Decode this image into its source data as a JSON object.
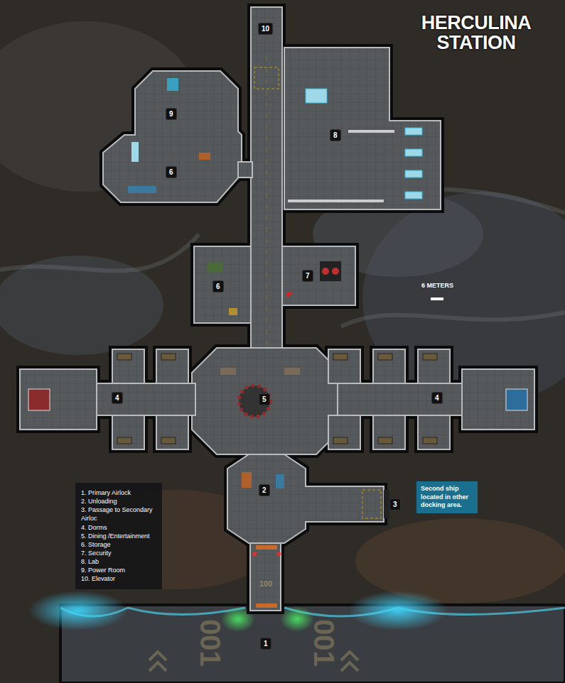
{
  "diagram": {
    "title": "HERCULINA STATION",
    "nodes": [
      {
        "text": [
          "10"
        ]
      },
      {
        "text": [
          "9"
        ]
      },
      {
        "text": [
          "8"
        ]
      },
      {
        "text": [
          "6"
        ]
      },
      {
        "text": [
          "6"
        ]
      },
      {
        "text": [
          "7"
        ]
      },
      {
        "text": [
          "4"
        ]
      },
      {
        "text": [
          "5"
        ]
      },
      {
        "text": [
          "4"
        ]
      },
      {
        "text": [
          "2"
        ]
      },
      {
        "text": [
          "3"
        ]
      },
      {
        "text": [
          "Second ship located in other docking area."
        ]
      },
      {
        "text": [
          "1"
        ]
      }
    ],
    "labels": [
      "6 METERS",
      "001",
      "001",
      "100"
    ],
    "legend": [
      {
        "text": "1. Primary Airlock"
      },
      {
        "text": "2. Unloading"
      },
      {
        "text": "3. Passage to Secondary Airloc"
      },
      {
        "text": "4. Dorms"
      },
      {
        "text": "5. Dining /Entertainment"
      },
      {
        "text": "6. Storage"
      },
      {
        "text": "7. Security"
      },
      {
        "text": "8. Lab"
      },
      {
        "text": "9. Power Room"
      },
      {
        "text": "10. Elevator"
      }
    ]
  }
}
